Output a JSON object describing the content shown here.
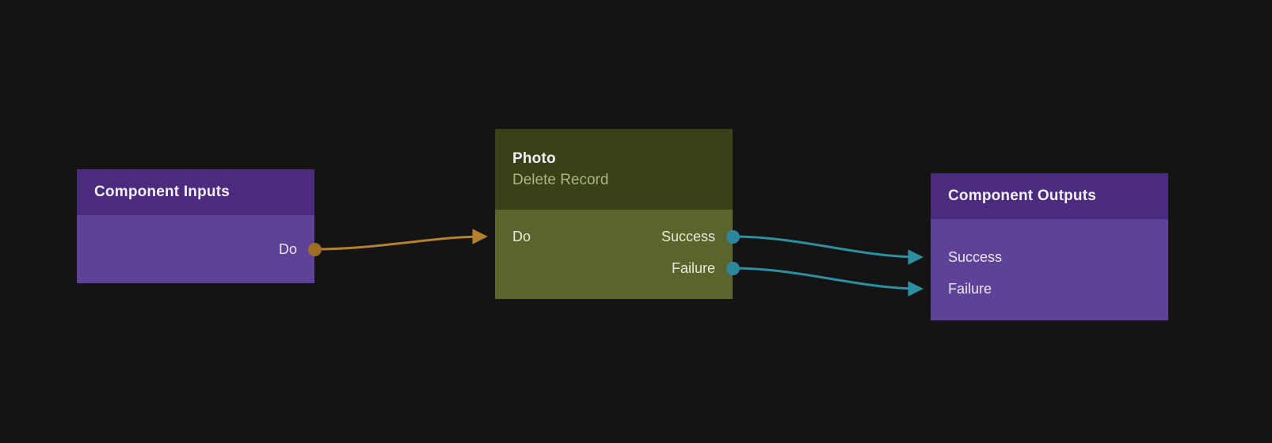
{
  "nodes": {
    "inputs": {
      "title": "Component Inputs",
      "outputs": [
        {
          "label": "Do"
        }
      ]
    },
    "action": {
      "title": "Photo",
      "subtitle": "Delete Record",
      "inputs": [
        {
          "label": "Do"
        }
      ],
      "outputs": [
        {
          "label": "Success"
        },
        {
          "label": "Failure"
        }
      ]
    },
    "outputs": {
      "title": "Component Outputs",
      "inputs": [
        {
          "label": "Success"
        },
        {
          "label": "Failure"
        }
      ]
    }
  },
  "edges": [
    {
      "from": "Component Inputs.Do",
      "to": "Photo.Do",
      "color_role": "do"
    },
    {
      "from": "Photo.Success",
      "to": "Component Outputs.Success",
      "color_role": "result"
    },
    {
      "from": "Photo.Failure",
      "to": "Component Outputs.Failure",
      "color_role": "result"
    }
  ],
  "colors": {
    "canvas_bg": "#141414",
    "node_purple_header": "#4a2b7e",
    "node_purple_body": "#5d4297",
    "node_olive_header": "#394216",
    "node_olive_body": "#5a642d",
    "subtitle_olive": "#a9b487",
    "edge_do": "#b5812f",
    "edge_result": "#2e8fa3",
    "port_dot_do": "#9c6e28",
    "port_dot_result": "#2d879c"
  }
}
